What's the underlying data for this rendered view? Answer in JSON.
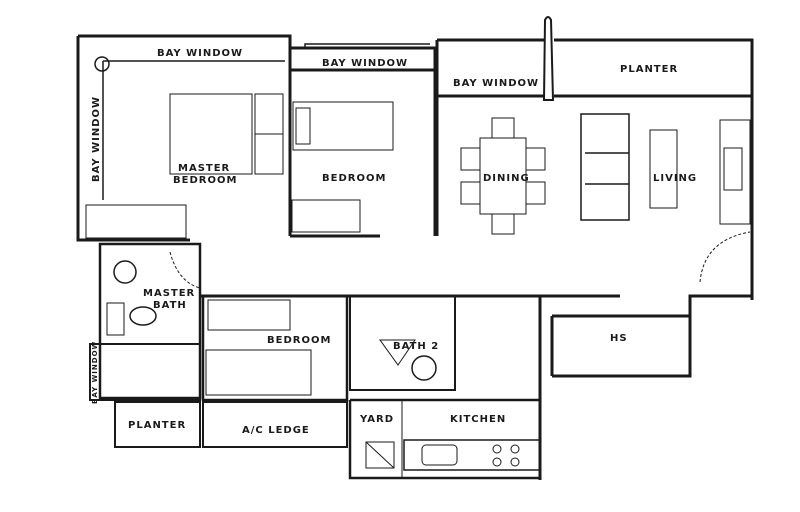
{
  "floorplan": {
    "rooms": [
      {
        "id": "bay-window-master-top",
        "label": "BAY WINDOW"
      },
      {
        "id": "bay-window-master-side",
        "label": "BAY WINDOW"
      },
      {
        "id": "master-bedroom",
        "label_line1": "MASTER",
        "label_line2": "BEDROOM"
      },
      {
        "id": "bay-window-bedroom",
        "label": "BAY WINDOW"
      },
      {
        "id": "bedroom-2",
        "label": "BEDROOM"
      },
      {
        "id": "bay-window-dining",
        "label": "BAY WINDOW"
      },
      {
        "id": "planter-top",
        "label": "PLANTER"
      },
      {
        "id": "dining",
        "label": "DINING"
      },
      {
        "id": "living",
        "label": "LIVING"
      },
      {
        "id": "master-bath",
        "label_line1": "MASTER",
        "label_line2": "BATH"
      },
      {
        "id": "bedroom-3",
        "label": "BEDROOM"
      },
      {
        "id": "bath-2",
        "label": "BATH 2"
      },
      {
        "id": "hs",
        "label": "HS"
      },
      {
        "id": "bay-window-small",
        "label": "BAY WINDOW"
      },
      {
        "id": "planter-bottom",
        "label": "PLANTER"
      },
      {
        "id": "ac-ledge",
        "label": "A/C LEDGE"
      },
      {
        "id": "yard",
        "label": "YARD"
      },
      {
        "id": "kitchen",
        "label": "KITCHEN"
      }
    ],
    "colors": {
      "wall": "#1a1a1a",
      "background": "#ffffff",
      "furniture": "#333333"
    }
  }
}
